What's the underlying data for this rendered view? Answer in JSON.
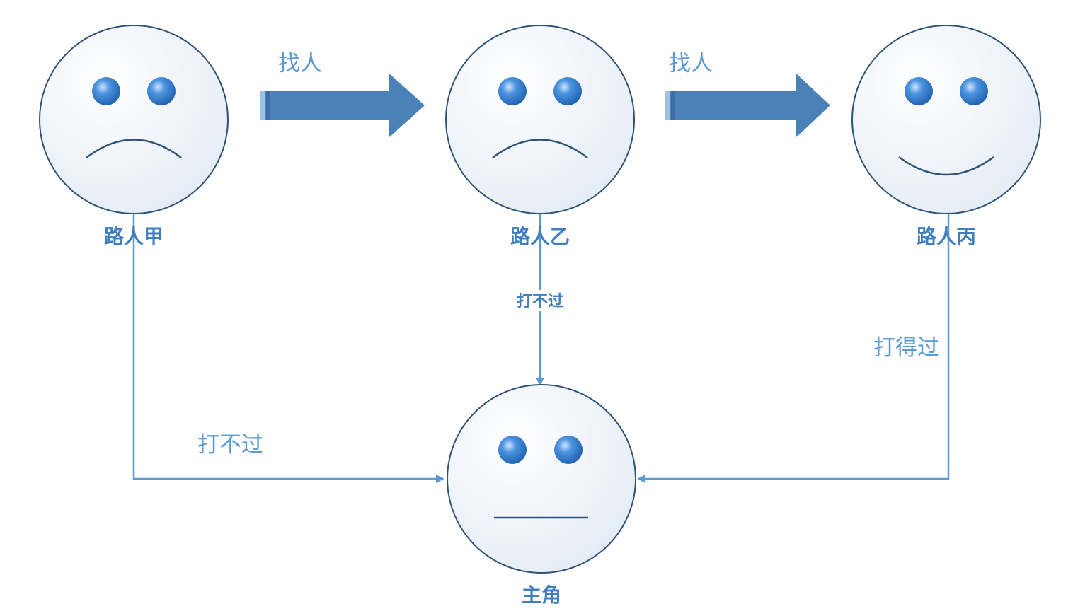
{
  "nodes": {
    "a": {
      "label": "路人甲",
      "mood": "sad"
    },
    "b": {
      "label": "路人乙",
      "mood": "sad"
    },
    "c": {
      "label": "路人丙",
      "mood": "happy"
    },
    "hero": {
      "label": "主角",
      "mood": "neutral"
    }
  },
  "edges": {
    "a_to_b": "找人",
    "b_to_c": "找人",
    "a_to_hero": "打不过",
    "b_to_hero": "打不过",
    "c_to_hero": "打得过"
  },
  "colors": {
    "face_stroke": "#2f5277",
    "eye": "#2f78cf",
    "connector": "#5b9bd5",
    "block_arrow": "#4a82b8",
    "label": "#3f7fc0"
  }
}
